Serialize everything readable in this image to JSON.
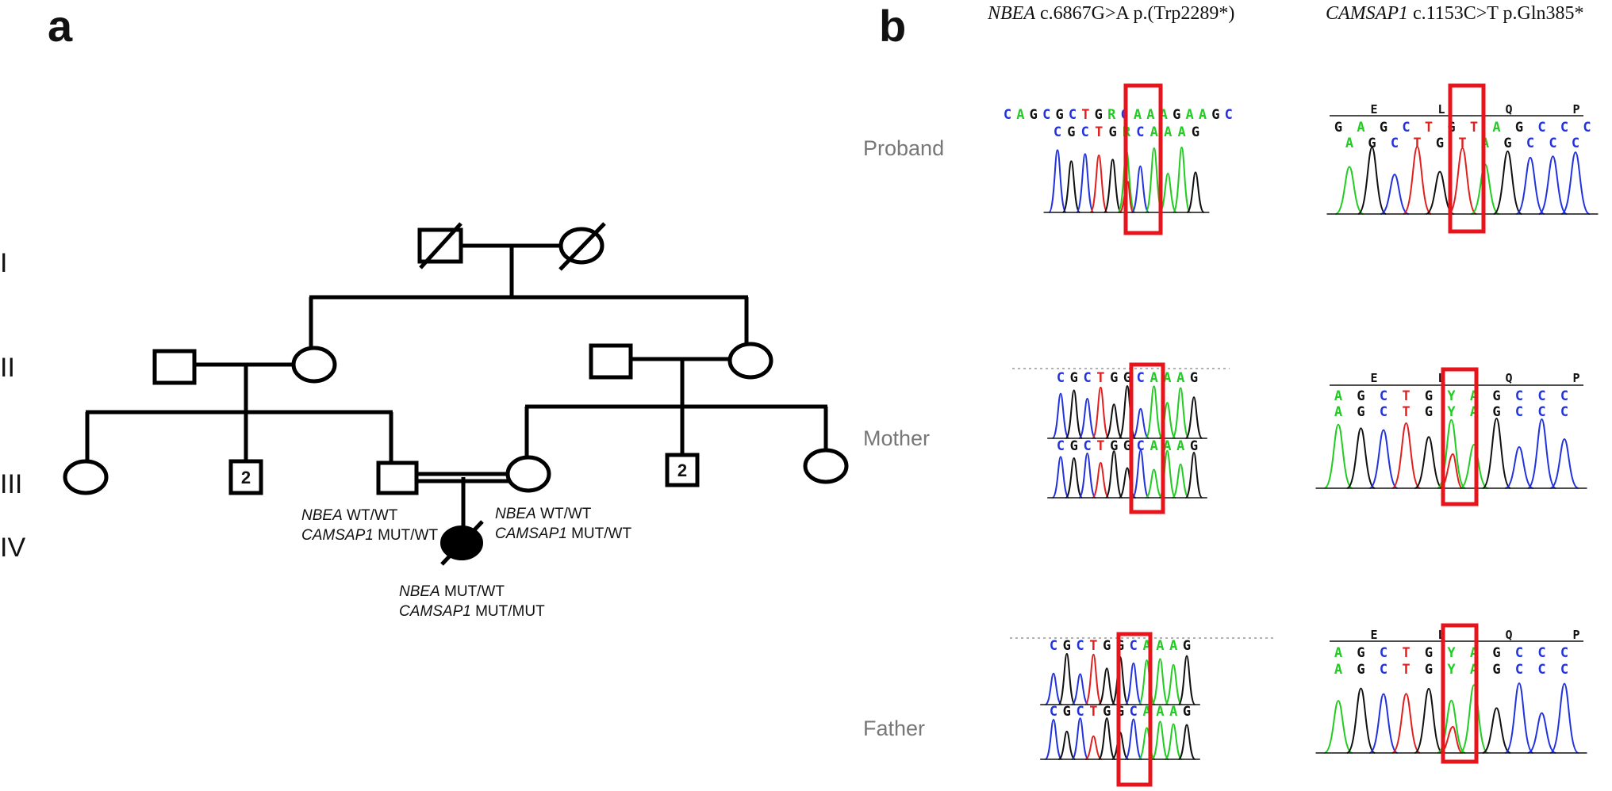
{
  "panels": {
    "a": "a",
    "b": "b"
  },
  "generations": [
    "I",
    "II",
    "III",
    "IV"
  ],
  "sibship_count": "2",
  "genotypes": {
    "father": {
      "gene1": "NBEA",
      "val1": " WT/WT",
      "gene2": "CAMSAP1",
      "val2": " MUT/WT"
    },
    "mother": {
      "gene1": "NBEA",
      "val1": " WT/WT",
      "gene2": "CAMSAP1",
      "val2": " MUT/WT"
    },
    "proband": {
      "gene1": "NBEA",
      "val1": " MUT/WT",
      "gene2": "CAMSAP1",
      "val2": " MUT/MUT"
    }
  },
  "columns": {
    "nbea": {
      "gene": "NBEA",
      "variant": " c.6867G>A p.(Trp2289*)"
    },
    "camsap1": {
      "gene": "CAMSAP1",
      "variant": " c.1153C>T p.Gln385*"
    }
  },
  "rows": [
    "Proband",
    "Mother",
    "Father"
  ],
  "sequences": {
    "proband_nbea_ref": "CAGCGCTGRCAAAGAAGC",
    "proband_nbea_read": "CGCTGRCAAAG",
    "parent_nbea_read": "CGCTGGCAAAG",
    "proband_cam_ref": "GAGCTGTAGCCC",
    "proband_cam_read": "AGCTGTAGCCC",
    "parent_cam": "AGCTGYAGCCC"
  },
  "amino_acids": [
    "E",
    "L",
    "Q",
    "P"
  ],
  "colors": {
    "A": "#22cc22",
    "C": "#2233dd",
    "G": "#111111",
    "T": "#e0201e",
    "ambiguous": "#22cc22",
    "highlight": "#e8141b",
    "row_label": "#777777"
  }
}
